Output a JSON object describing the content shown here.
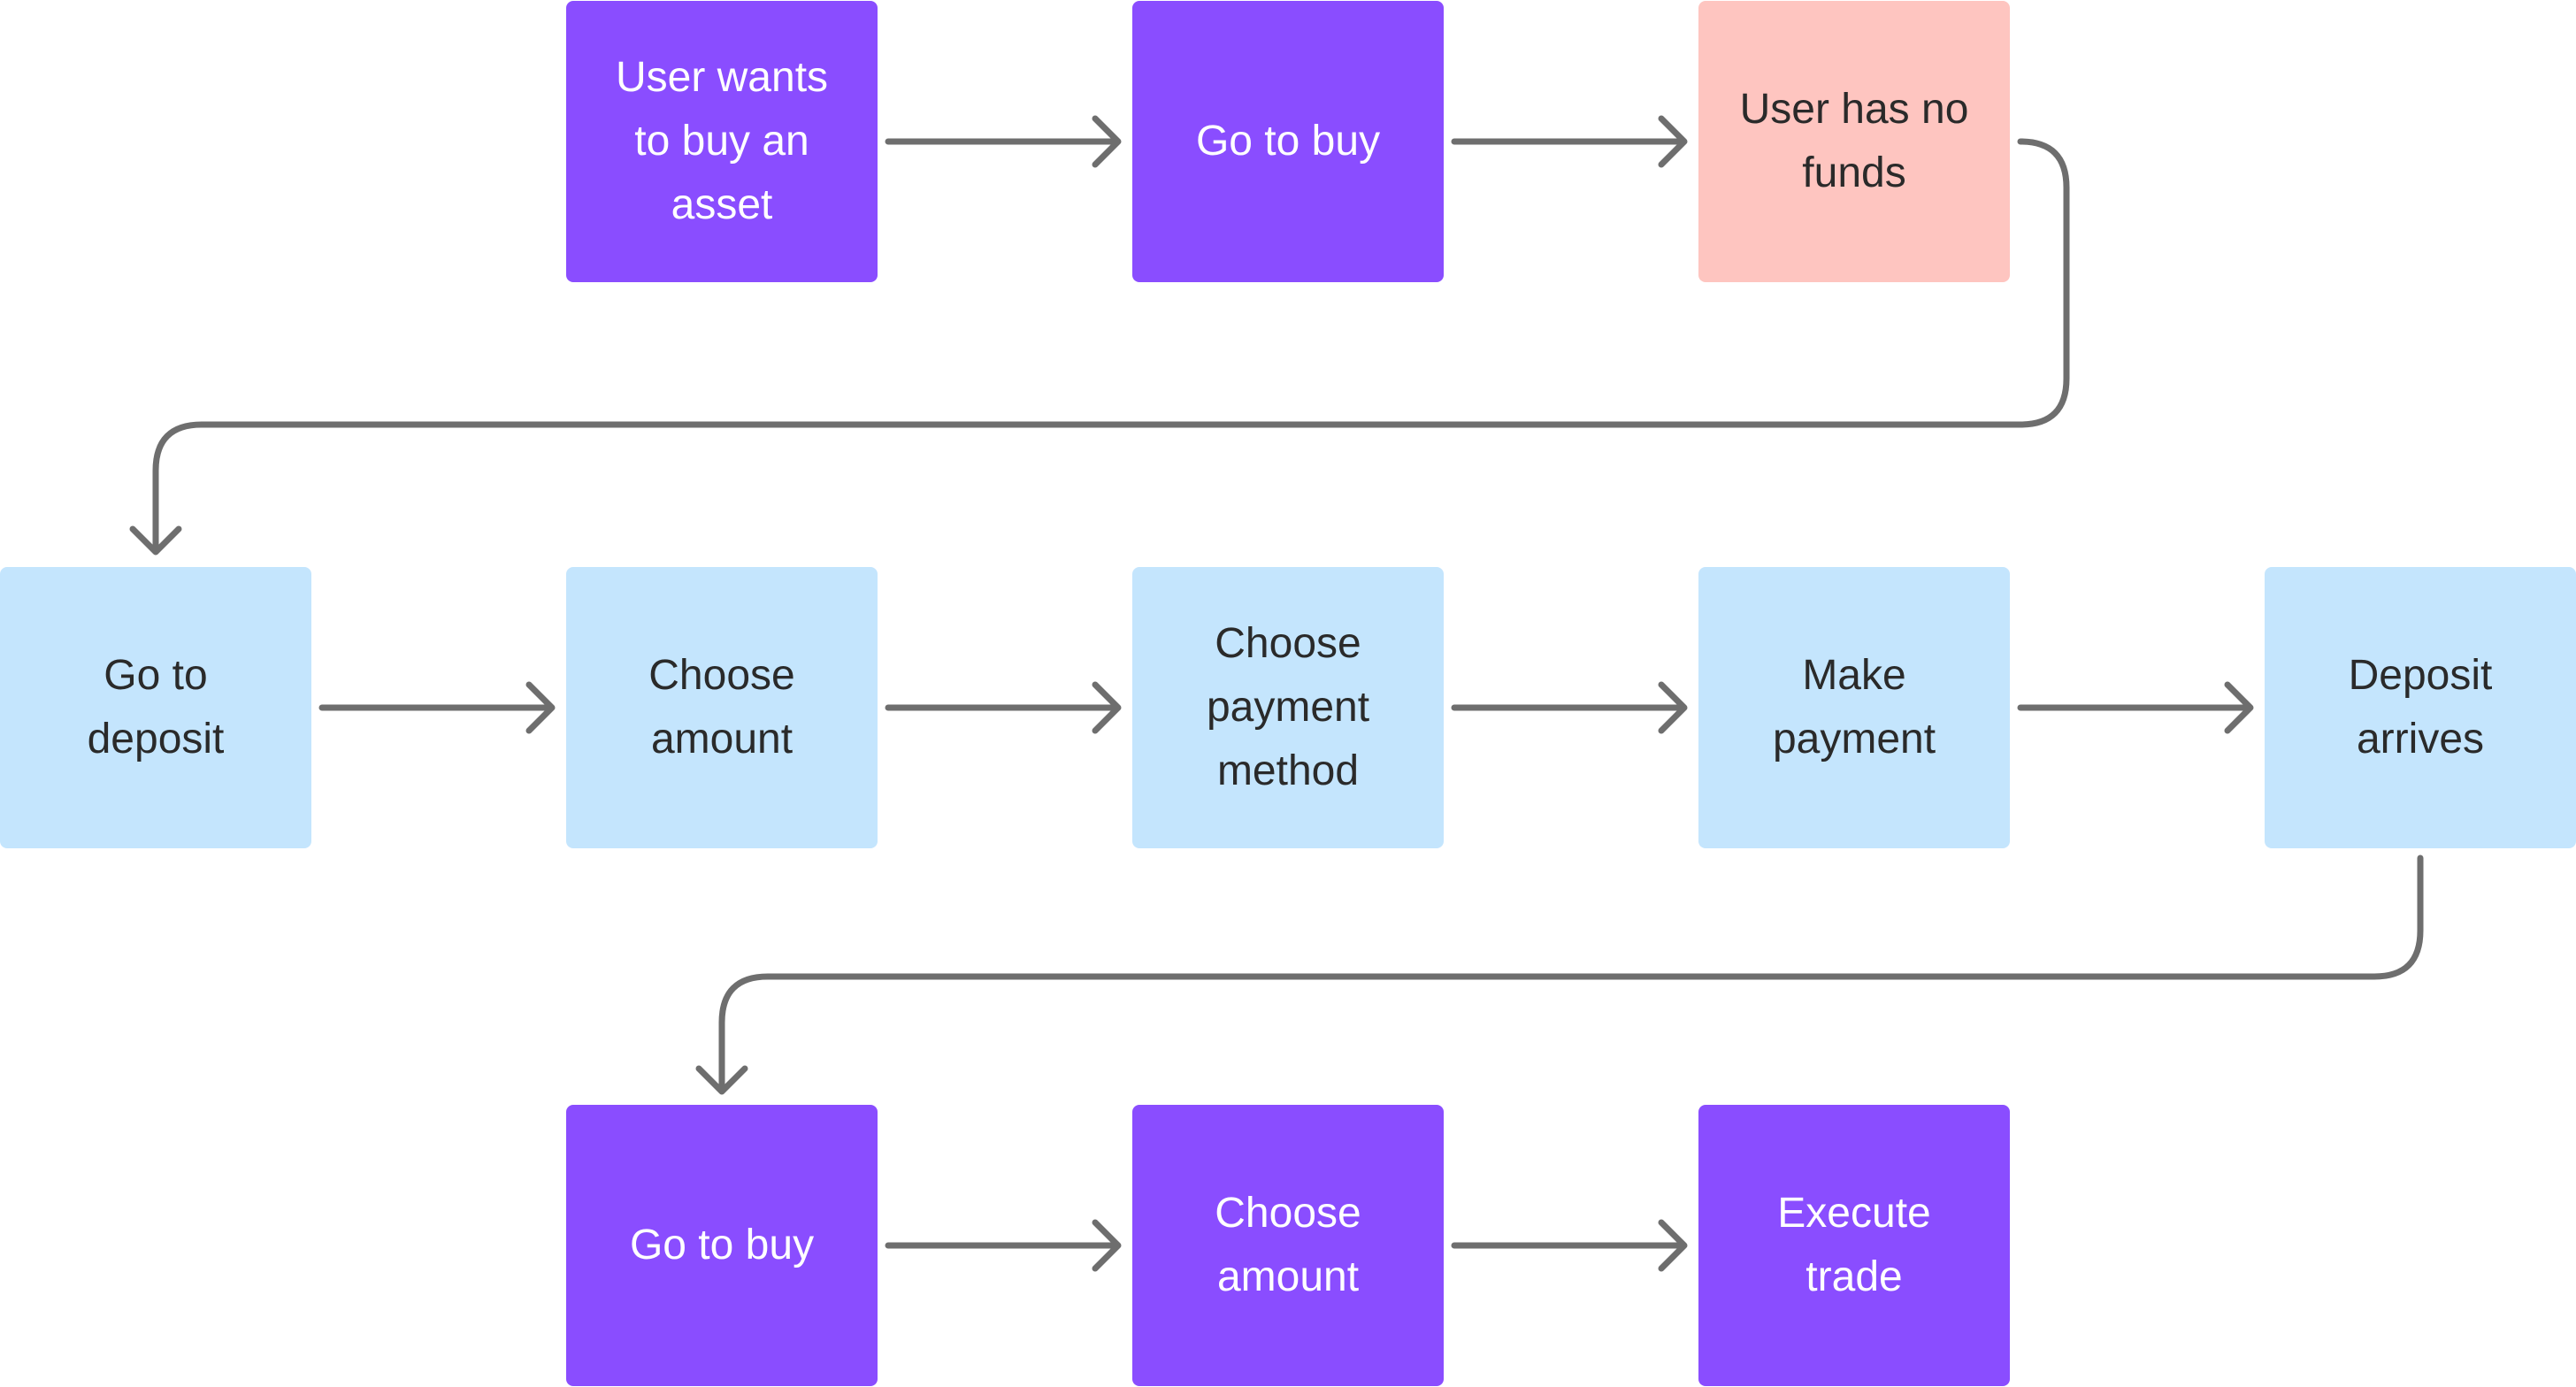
{
  "colors": {
    "action": "#8A4DFF",
    "deposit_step": "#C4E5FD",
    "problem": "#FEC5C0",
    "connector": "#6E6E6E"
  },
  "nodes": {
    "row1": [
      {
        "label": "User wants to buy an asset"
      },
      {
        "label": "Go to buy"
      },
      {
        "label": "User has no funds"
      }
    ],
    "row2": [
      {
        "label": "Go to deposit"
      },
      {
        "label": "Choose amount"
      },
      {
        "label": "Choose payment method"
      },
      {
        "label": "Make payment"
      },
      {
        "label": "Deposit arrives"
      }
    ],
    "row3": [
      {
        "label": "Go to buy"
      },
      {
        "label": "Choose amount"
      },
      {
        "label": "Execute trade"
      }
    ]
  }
}
